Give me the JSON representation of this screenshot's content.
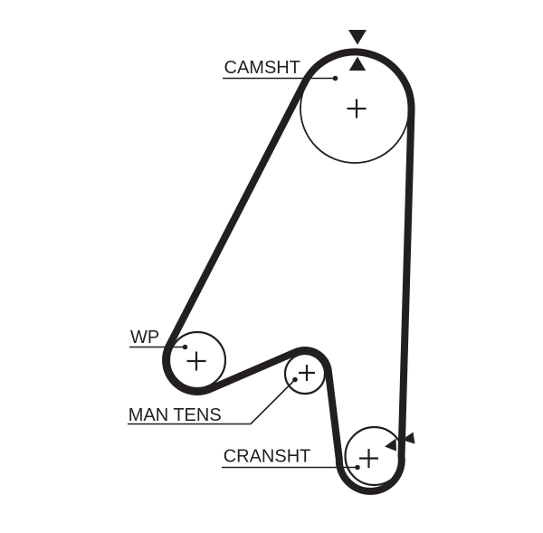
{
  "diagram": {
    "type": "timing-belt-routing",
    "background": "#ffffff",
    "ink_color": "#231f20",
    "labels": {
      "camshaft": "CAMSHT",
      "water_pump": "WP",
      "manual_tensioner": "MAN TENS",
      "crankshaft": "CRANSHT"
    }
  }
}
